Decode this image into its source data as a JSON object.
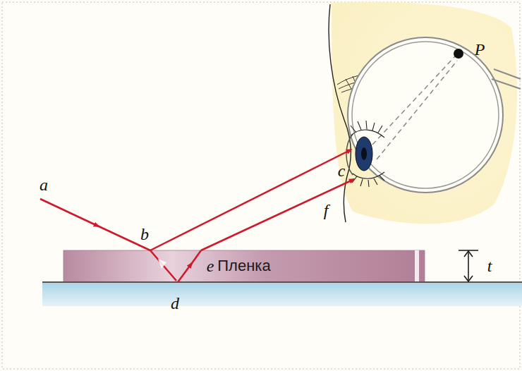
{
  "diagram": {
    "nodes": [
      {
        "text": [
          "Пленка"
        ]
      }
    ],
    "labels": [
      "a",
      "b",
      "c",
      "d",
      "e",
      "f",
      "P",
      "t"
    ]
  }
}
